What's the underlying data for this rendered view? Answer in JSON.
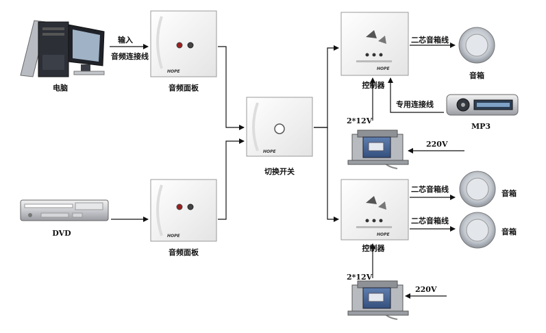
{
  "nodes": {
    "computer": {
      "label": "电脑"
    },
    "dvd": {
      "label": "DVD"
    },
    "panel_top": {
      "label": "音频面板",
      "brand": "HOPE"
    },
    "panel_bottom": {
      "label": "音频面板",
      "brand": "HOPE"
    },
    "switch": {
      "label": "切换开关",
      "brand": "HOPE"
    },
    "controller_top": {
      "label": "控制器",
      "brand": "HOPE"
    },
    "controller_bottom": {
      "label": "控制器",
      "brand": "HOPE"
    },
    "speaker_top": {
      "label": "音箱"
    },
    "speaker_mid": {
      "label": "音箱"
    },
    "speaker_bot": {
      "label": "音箱"
    },
    "mp3": {
      "label": "MP3"
    },
    "transformer_top": {
      "label": "2*12V"
    },
    "transformer_bottom": {
      "label": "2*12V"
    }
  },
  "edges": {
    "input_line1": "输入",
    "input_line2": "音频连接线",
    "dedicated_line": "专用连接线",
    "two_core_top": "二芯音箱线",
    "two_core_mid": "二芯音箱线",
    "two_core_bot": "二芯音箱线",
    "ac_top": "220V",
    "ac_bottom": "220V"
  }
}
